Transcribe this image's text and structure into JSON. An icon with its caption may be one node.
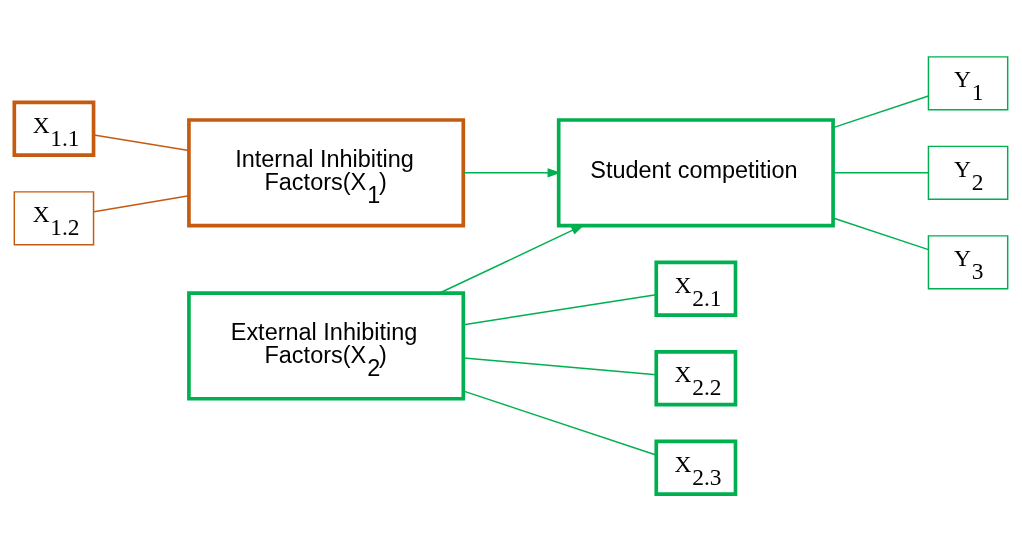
{
  "diagram": {
    "nodes": [
      {
        "text": [
          "X$_{1.1}$"
        ]
      },
      {
        "text": [
          "X$_{1.2}$"
        ]
      },
      {
        "text": [
          "Internal Inhibiting Factors(X$_{1}$)"
        ]
      },
      {
        "text": [
          "External Inhibiting Factors(X$_{2}$)"
        ]
      },
      {
        "text": [
          "X$_{2.1}$"
        ]
      },
      {
        "text": [
          "X$_{2.2}$"
        ]
      },
      {
        "text": [
          "X$_{2.3}$"
        ]
      },
      {
        "text": [
          "Student competition"
        ]
      },
      {
        "text": [
          "Y$_{1}$"
        ]
      },
      {
        "text": [
          "Y$_{2}$"
        ]
      },
      {
        "text": [
          "Y$_{3}$"
        ]
      }
    ],
    "edges": [
      {
        "from": 0,
        "to": 2,
        "arrow": "none",
        "color": "#c55a11"
      },
      {
        "from": 1,
        "to": 2,
        "arrow": "none",
        "color": "#c55a11"
      },
      {
        "from": 2,
        "to": 7,
        "arrow": "to"
      },
      {
        "from": 3,
        "to": 7,
        "arrow": "to"
      },
      {
        "from": 3,
        "to": 4,
        "arrow": "none"
      },
      {
        "from": 3,
        "to": 5,
        "arrow": "none"
      },
      {
        "from": 3,
        "to": 6,
        "arrow": "none"
      },
      {
        "from": 7,
        "to": 8,
        "arrow": "none"
      },
      {
        "from": 7,
        "to": 9,
        "arrow": "none"
      },
      {
        "from": 7,
        "to": 10,
        "arrow": "none"
      }
    ]
  }
}
